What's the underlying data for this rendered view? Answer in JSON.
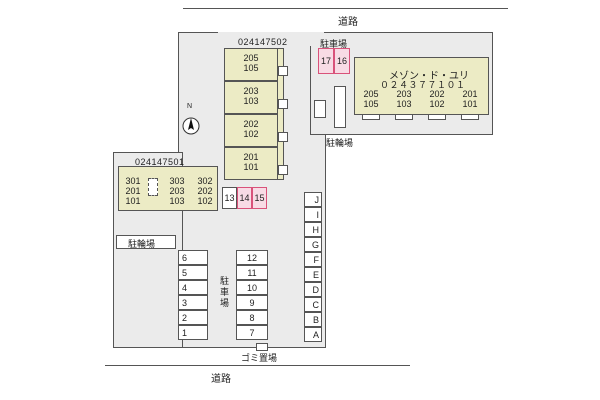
{
  "roads": {
    "top": "道路",
    "bottom": "道路"
  },
  "compass": {
    "label": "N"
  },
  "building_a": {
    "id": "024147502",
    "units": [
      {
        "upper": "205",
        "lower": "105"
      },
      {
        "upper": "203",
        "lower": "103"
      },
      {
        "upper": "202",
        "lower": "102"
      },
      {
        "upper": "201",
        "lower": "101"
      }
    ]
  },
  "building_b": {
    "id": "024147501",
    "units_left": [
      "301",
      "201",
      "101"
    ],
    "units_mid": [
      "303",
      "203",
      "103"
    ],
    "units_right": [
      "302",
      "202",
      "102"
    ]
  },
  "building_c": {
    "name": "メゾン・ド・ユリ",
    "id": "０２４３７７１０１",
    "units": [
      {
        "upper": "205",
        "lower": "105"
      },
      {
        "upper": "203",
        "lower": "103"
      },
      {
        "upper": "202",
        "lower": "102"
      },
      {
        "upper": "201",
        "lower": "101"
      }
    ]
  },
  "labels": {
    "parking_top": "駐車場",
    "bicycle_right": "駐輪場",
    "bicycle_left": "駐輪場",
    "parking_center": "駐車場",
    "garbage": "ゴミ置場"
  },
  "spaces": {
    "pink_top": [
      "17",
      "16"
    ],
    "mid_row": [
      "13",
      "14",
      "15"
    ],
    "left_col": [
      "6",
      "5",
      "4",
      "3",
      "2",
      "1"
    ],
    "center_col": [
      "12",
      "11",
      "10",
      "9",
      "8",
      "7"
    ],
    "right_col": [
      "J",
      "I",
      "H",
      "G",
      "F",
      "E",
      "D",
      "C",
      "B",
      "A"
    ]
  },
  "colors": {
    "building": "#ecebc5",
    "lot": "#ebebeb",
    "highlight": "#f8dbe5",
    "highlight_border": "#d9527a"
  }
}
